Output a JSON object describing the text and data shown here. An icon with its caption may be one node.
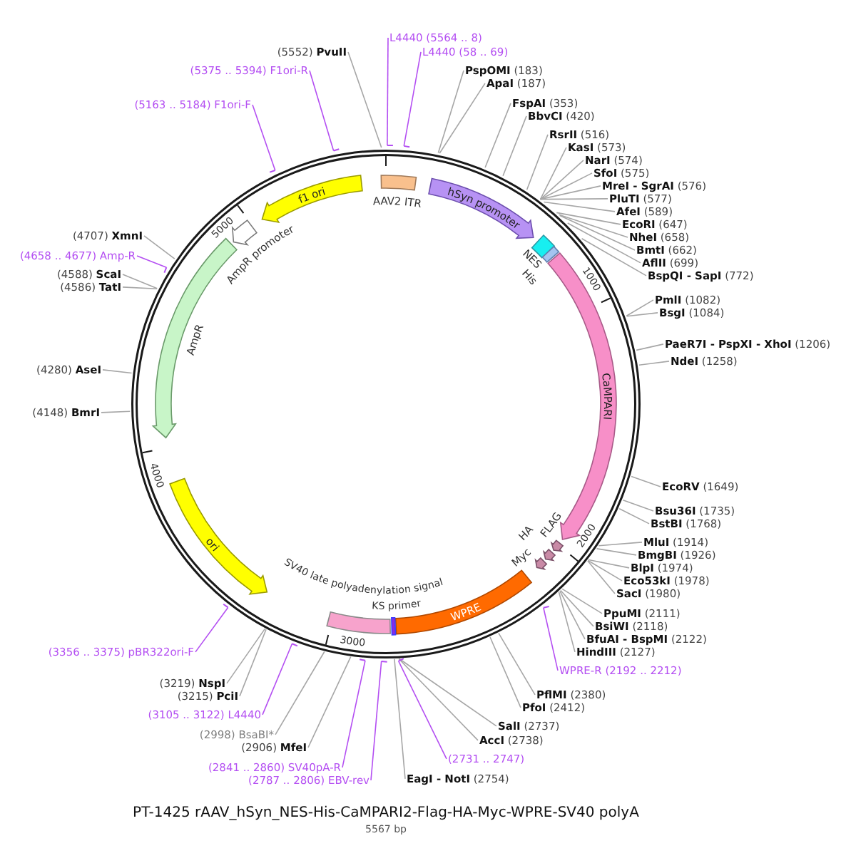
{
  "diagram": {
    "title": "PT-1425 rAAV_hSyn_NES-His-CaMPARI2-Flag-HA-Myc-WPRE-SV40 polyA",
    "nodes": [
      {
        "text": [
          "(5552) **PvuII**"
        ]
      },
      {
        "text": [
          "L4440 (5564 .. 8)"
        ]
      },
      {
        "text": [
          "L4440 (58 .. 69)"
        ]
      },
      {
        "text": [
          "**PspOMI** (183)"
        ]
      },
      {
        "text": [
          "**ApaI** (187)"
        ]
      },
      {
        "text": [
          "**FspAI** (353)"
        ]
      },
      {
        "text": [
          "**BbvCI** (420)"
        ]
      },
      {
        "text": [
          "**RsrII** (516)"
        ]
      },
      {
        "text": [
          "**KasI** (573)"
        ]
      },
      {
        "text": [
          "**NarI** (574)"
        ]
      },
      {
        "text": [
          "**SfoI** (575)"
        ]
      },
      {
        "text": [
          "**MreI - SgrAI** (576)"
        ]
      },
      {
        "text": [
          "**PluTI** (577)"
        ]
      },
      {
        "text": [
          "**AfeI** (589)"
        ]
      },
      {
        "text": [
          "**EcoRI** (647)"
        ]
      },
      {
        "text": [
          "**NheI** (658)"
        ]
      },
      {
        "text": [
          "**BmtI** (662)"
        ]
      },
      {
        "text": [
          "**AflII** (699)"
        ]
      },
      {
        "text": [
          "**BspQI - SapI** (772)"
        ]
      },
      {
        "text": [
          "**PmlI** (1082)"
        ]
      },
      {
        "text": [
          "**BsgI** (1084)"
        ]
      },
      {
        "text": [
          "**PaeR7I - PspXI - XhoI** (1206)"
        ]
      },
      {
        "text": [
          "**NdeI** (1258)"
        ]
      },
      {
        "text": [
          "**EcoRV** (1649)"
        ]
      },
      {
        "text": [
          "**Bsu36I** (1735)"
        ]
      },
      {
        "text": [
          "**BstBI** (1768)"
        ]
      },
      {
        "text": [
          "**MluI** (1914)"
        ]
      },
      {
        "text": [
          "**BmgBI** (1926)"
        ]
      },
      {
        "text": [
          "**BlpI** (1974)"
        ]
      },
      {
        "text": [
          "**Eco53kI** (1978)"
        ]
      },
      {
        "text": [
          "**SacI** (1980)"
        ]
      },
      {
        "text": [
          "**PpuMI** (2111)"
        ]
      },
      {
        "text": [
          "**BsiWI** (2118)"
        ]
      },
      {
        "text": [
          "**BfuAI - BspMI** (2122)"
        ]
      },
      {
        "text": [
          "**HindIII** (2127)"
        ]
      },
      {
        "text": [
          "WPRE-R (2192 .. 2212)"
        ]
      },
      {
        "text": [
          "**PflMI** (2380)"
        ]
      },
      {
        "text": [
          "**PfoI** (2412)"
        ]
      },
      {
        "text": [
          "**SalI** (2737)"
        ]
      },
      {
        "text": [
          "**AccI** (2738)"
        ]
      },
      {
        "text": [
          "(2731 .. 2747)"
        ]
      },
      {
        "text": [
          "**EagI - NotI** (2754)"
        ]
      },
      {
        "text": [
          "(2787 .. 2806) EBV-rev"
        ]
      },
      {
        "text": [
          "(2841 .. 2860) SV40pA-R"
        ]
      },
      {
        "text": [
          "(2906) **MfeI**"
        ]
      },
      {
        "text": [
          "(2998) BsaBI*"
        ]
      },
      {
        "text": [
          "(3105 .. 3122) L4440"
        ]
      },
      {
        "text": [
          "(3215) **PciI**"
        ]
      },
      {
        "text": [
          "(3219) **NspI**"
        ]
      },
      {
        "text": [
          "(3356 .. 3375) pBR322ori-F"
        ]
      },
      {
        "text": [
          "(4148) **BmrI**"
        ]
      },
      {
        "text": [
          "(4280) **AseI**"
        ]
      },
      {
        "text": [
          "(4586) **TatI**"
        ]
      },
      {
        "text": [
          "(4588) **ScaI**"
        ]
      },
      {
        "text": [
          "(4658 .. 4677) Amp-R"
        ]
      },
      {
        "text": [
          "(4707) **XmnI**"
        ]
      },
      {
        "text": [
          "(5163 .. 5184) F1ori-F"
        ]
      },
      {
        "text": [
          "(5375 .. 5394) F1ori-R"
        ]
      },
      {
        "text": [],
        "shape": "circle"
      },
      {
        "text": [],
        "shape": "box",
        "beside": [
          "AAV2 ITR"
        ],
        "in": 58
      },
      {
        "text": [
          "hSyn promoter"
        ],
        "in": 58
      },
      {
        "text": [],
        "shape": "box",
        "beside": [
          "NES"
        ],
        "in": 58
      },
      {
        "text": [],
        "shape": "box",
        "beside": [
          "His"
        ],
        "in": 58
      },
      {
        "text": [
          "CaMPARI"
        ],
        "in": 58
      },
      {
        "text": [],
        "shape": "arrow",
        "beside": [
          "FLAG"
        ],
        "in": 58
      },
      {
        "text": [],
        "shape": "arrow",
        "beside": [
          "HA"
        ],
        "in": 58
      },
      {
        "text": [],
        "shape": "arrow",
        "beside": [
          "Myc"
        ],
        "in": 58
      },
      {
        "text": [
          "WPRE"
        ],
        "in": 58
      },
      {
        "text": [],
        "shape": "box",
        "beside": [
          "KS primer"
        ],
        "in": 58
      },
      {
        "text": [],
        "shape": "box",
        "in": 58
      },
      {
        "text": [
          "ori"
        ],
        "in": 58
      },
      {
        "text": [],
        "shape": "arrow",
        "beside": [
          "AmpR"
        ],
        "in": 58
      },
      {
        "text": [],
        "shape": "arrow",
        "beside": [
          "AmpR promoter"
        ],
        "in": 58
      },
      {
        "text": [
          "f1 ori"
        ],
        "in": 58
      }
    ],
    "edges": [
      {
        "from": 0,
        "to": 58,
        "arrow": "none"
      },
      {
        "from": 1,
        "to": 58,
        "arrow": "other",
        "color": "#b44ff2"
      },
      {
        "from": 2,
        "to": 58,
        "arrow": "other",
        "color": "#b44ff2"
      },
      {
        "from": 3,
        "to": 58,
        "arrow": "none"
      },
      {
        "from": 4,
        "to": 58,
        "arrow": "none"
      },
      {
        "from": 5,
        "to": 58,
        "arrow": "none"
      },
      {
        "from": 6,
        "to": 58,
        "arrow": "none"
      },
      {
        "from": 7,
        "to": 58,
        "arrow": "none"
      },
      {
        "from": 8,
        "to": 58,
        "arrow": "none"
      },
      {
        "from": 9,
        "to": 58,
        "arrow": "none"
      },
      {
        "from": 10,
        "to": 58,
        "arrow": "none"
      },
      {
        "from": 11,
        "to": 58,
        "arrow": "none"
      },
      {
        "from": 12,
        "to": 58,
        "arrow": "none"
      },
      {
        "from": 13,
        "to": 58,
        "arrow": "none"
      },
      {
        "from": 14,
        "to": 58,
        "arrow": "none"
      },
      {
        "from": 15,
        "to": 58,
        "arrow": "none"
      },
      {
        "from": 16,
        "to": 58,
        "arrow": "none"
      },
      {
        "from": 17,
        "to": 58,
        "arrow": "none"
      },
      {
        "from": 18,
        "to": 58,
        "arrow": "none"
      },
      {
        "from": 19,
        "to": 58,
        "arrow": "none"
      },
      {
        "from": 20,
        "to": 58,
        "arrow": "none"
      },
      {
        "from": 21,
        "to": 58,
        "arrow": "none"
      },
      {
        "from": 22,
        "to": 58,
        "arrow": "none"
      },
      {
        "from": 23,
        "to": 58,
        "arrow": "none"
      },
      {
        "from": 24,
        "to": 58,
        "arrow": "none"
      },
      {
        "from": 25,
        "to": 58,
        "arrow": "none"
      },
      {
        "from": 26,
        "to": 58,
        "arrow": "none"
      },
      {
        "from": 27,
        "to": 58,
        "arrow": "none"
      },
      {
        "from": 28,
        "to": 58,
        "arrow": "none"
      },
      {
        "from": 29,
        "to": 58,
        "arrow": "none"
      },
      {
        "from": 30,
        "to": 58,
        "arrow": "none"
      },
      {
        "from": 31,
        "to": 58,
        "arrow": "none"
      },
      {
        "from": 32,
        "to": 58,
        "arrow": "none"
      },
      {
        "from": 33,
        "to": 58,
        "arrow": "none"
      },
      {
        "from": 34,
        "to": 58,
        "arrow": "none"
      },
      {
        "from": 35,
        "to": 58,
        "arrow": "other",
        "color": "#b44ff2"
      },
      {
        "from": 36,
        "to": 58,
        "arrow": "none"
      },
      {
        "from": 37,
        "to": 58,
        "arrow": "none"
      },
      {
        "from": 38,
        "to": 58,
        "arrow": "none"
      },
      {
        "from": 39,
        "to": 58,
        "arrow": "none"
      },
      {
        "from": 40,
        "to": 58,
        "arrow": "other",
        "color": "#b44ff2"
      },
      {
        "from": 41,
        "to": 58,
        "arrow": "none"
      },
      {
        "from": 42,
        "to": 58,
        "arrow": "other",
        "color": "#b44ff2"
      },
      {
        "from": 43,
        "to": 58,
        "arrow": "other",
        "color": "#b44ff2"
      },
      {
        "from": 44,
        "to": 58,
        "arrow": "none"
      },
      {
        "from": 45,
        "to": 58,
        "arrow": "none"
      },
      {
        "from": 46,
        "to": 58,
        "arrow": "other",
        "color": "#b44ff2"
      },
      {
        "from": 47,
        "to": 58,
        "arrow": "none"
      },
      {
        "from": 48,
        "to": 58,
        "arrow": "none"
      },
      {
        "from": 49,
        "to": 58,
        "arrow": "other",
        "color": "#b44ff2"
      },
      {
        "from": 50,
        "to": 58,
        "arrow": "none"
      },
      {
        "from": 51,
        "to": 58,
        "arrow": "none"
      },
      {
        "from": 52,
        "to": 58,
        "arrow": "none"
      },
      {
        "from": 53,
        "to": 58,
        "arrow": "none"
      },
      {
        "from": 54,
        "to": 58,
        "arrow": "other",
        "color": "#b44ff2"
      },
      {
        "from": 55,
        "to": 58,
        "arrow": "none"
      },
      {
        "from": 56,
        "to": 58,
        "arrow": "other",
        "color": "#b44ff2"
      },
      {
        "from": 57,
        "to": 58,
        "arrow": "other",
        "color": "#b44ff2"
      }
    ],
    "labels": [
      "1000",
      "2000",
      "SV40 late polyadenylation signal",
      "3000",
      "4000",
      "5000",
      "5567 bp"
    ]
  }
}
